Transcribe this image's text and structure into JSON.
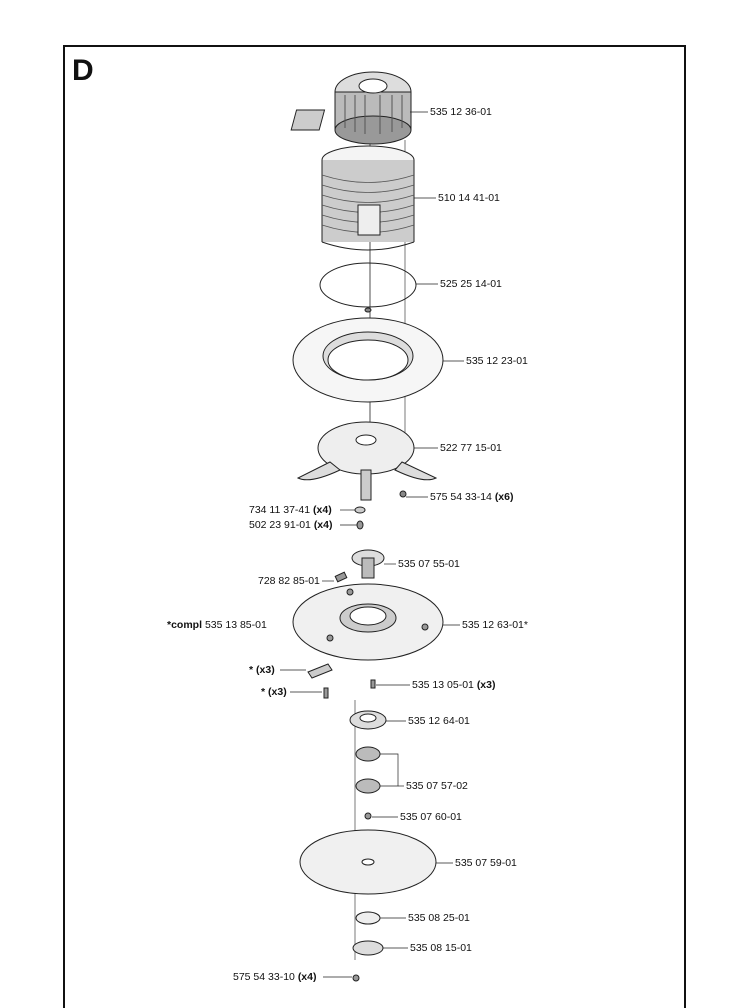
{
  "section": "D",
  "parts": [
    {
      "id": "motor",
      "number": "535 12 36-01",
      "qty": ""
    },
    {
      "id": "motor-housing",
      "number": "510 14 41-01",
      "qty": ""
    },
    {
      "id": "seal-ring",
      "number": "525 25 14-01",
      "qty": ""
    },
    {
      "id": "flange-plate",
      "number": "535 12 23-01",
      "qty": ""
    },
    {
      "id": "motor-bracket",
      "number": "522 77 15-01",
      "qty": ""
    },
    {
      "id": "bracket-screw",
      "number": "575 54 33-14",
      "qty": "(x6)"
    },
    {
      "id": "washer-a",
      "number": "734 11 37-41",
      "qty": "(x4)"
    },
    {
      "id": "washer-b",
      "number": "502 23 91-01",
      "qty": "(x4)"
    },
    {
      "id": "hub",
      "number": "535 07 55-01",
      "qty": ""
    },
    {
      "id": "set-screw",
      "number": "728 82 85-01",
      "qty": ""
    },
    {
      "id": "blade-disc-compl",
      "prefix": "*compl",
      "number": "535 13 85-01",
      "qty": ""
    },
    {
      "id": "blade-disc",
      "number": "535 12 63-01*",
      "qty": ""
    },
    {
      "id": "blade",
      "prefix": "*",
      "number": "",
      "qty": "(x3)"
    },
    {
      "id": "blade-screw",
      "prefix": "*",
      "number": "",
      "qty": "(x3)"
    },
    {
      "id": "disc-screw",
      "number": "535 13 05-01",
      "qty": "(x3)"
    },
    {
      "id": "bearing-housing",
      "number": "535 12 64-01",
      "qty": ""
    },
    {
      "id": "bearing",
      "number": "535 07 57-02",
      "qty": ""
    },
    {
      "id": "center-screw",
      "number": "535 07 60-01",
      "qty": ""
    },
    {
      "id": "skid-plate",
      "number": "535 07 59-01",
      "qty": ""
    },
    {
      "id": "spacer-washer",
      "number": "535 08 25-01",
      "qty": ""
    },
    {
      "id": "bottom-hub",
      "number": "535 08 15-01",
      "qty": ""
    },
    {
      "id": "bottom-screw",
      "number": "575 54 33-10",
      "qty": "(x4)"
    }
  ]
}
